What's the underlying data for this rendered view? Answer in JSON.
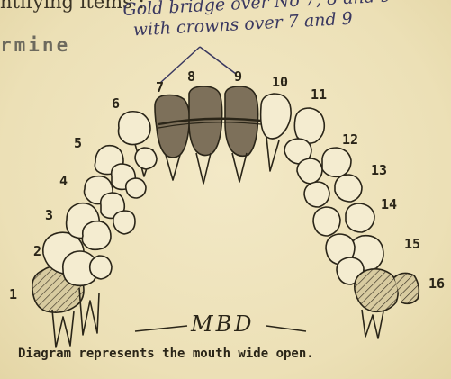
{
  "header": {
    "top_printed": "ntifying items :",
    "side_printed": "rmine"
  },
  "annotation": {
    "line1": "Gold bridge over No 7, 8 and 9",
    "line2": "with crowns over 7 and 9"
  },
  "tooth_numbers": [
    "1",
    "2",
    "3",
    "4",
    "5",
    "6",
    "7",
    "8",
    "9",
    "10",
    "11",
    "12",
    "13",
    "14",
    "15",
    "16"
  ],
  "signature": "MBD",
  "caption": "Diagram represents the mouth wide open."
}
